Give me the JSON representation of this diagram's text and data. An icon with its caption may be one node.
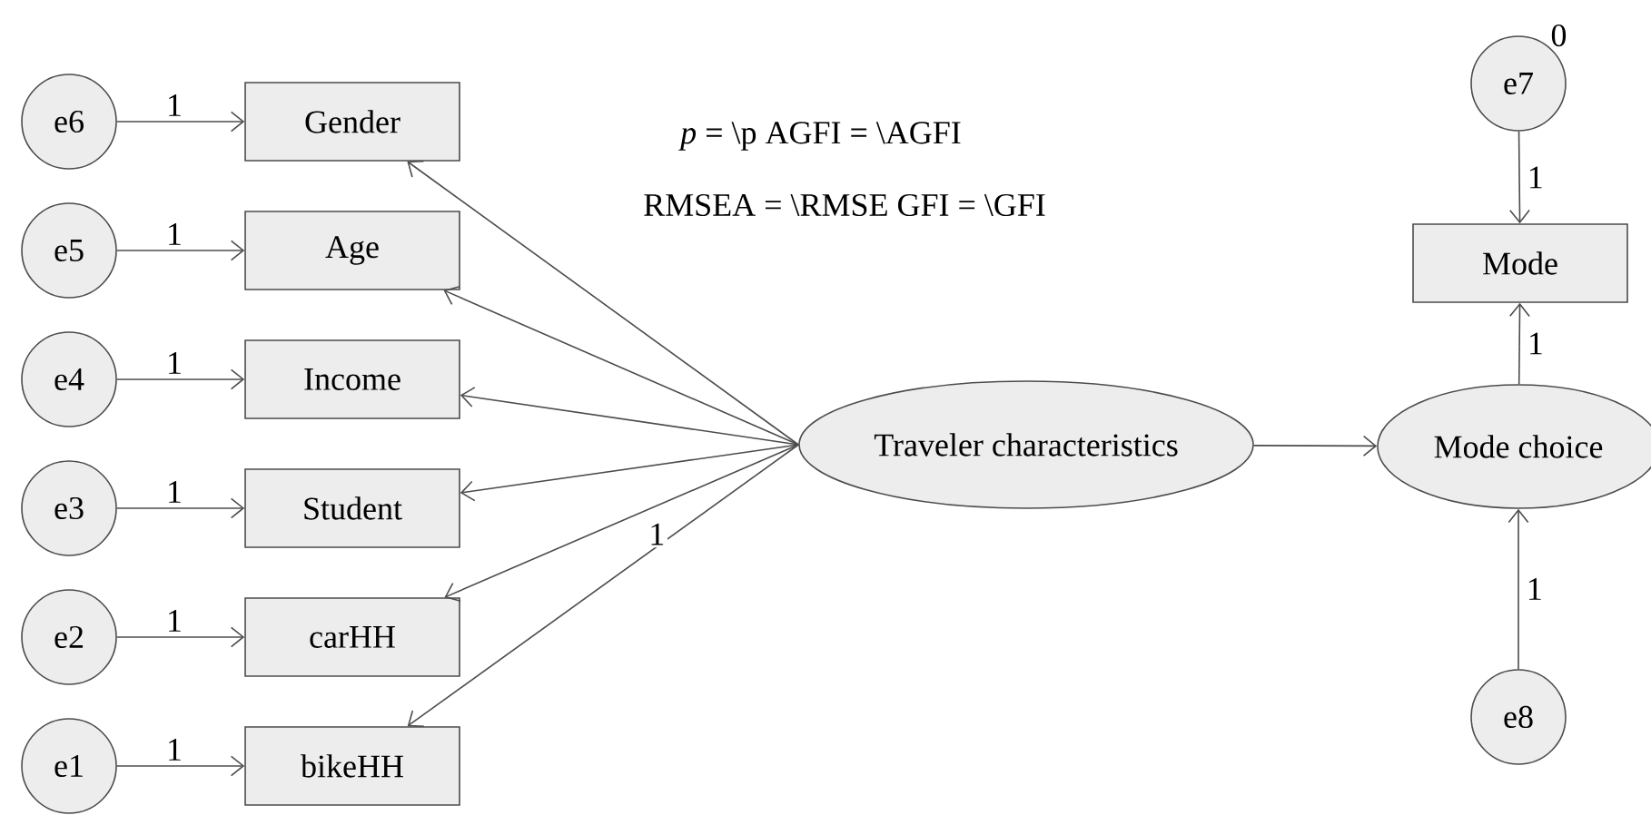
{
  "diagram": {
    "nodes": [
      {
        "text": [
          "e6"
        ]
      },
      {
        "text": [
          "Gender"
        ]
      },
      {
        "text": [
          "e5"
        ]
      },
      {
        "text": [
          "Age"
        ]
      },
      {
        "text": [
          "e4"
        ]
      },
      {
        "text": [
          "Income"
        ]
      },
      {
        "text": [
          "e3"
        ]
      },
      {
        "text": [
          "Student"
        ]
      },
      {
        "text": [
          "e2"
        ]
      },
      {
        "text": [
          "carHH"
        ]
      },
      {
        "text": [
          "e1"
        ]
      },
      {
        "text": [
          "bikeHH"
        ]
      },
      {
        "text": [
          "Traveler characteristics"
        ]
      },
      {
        "text": [
          "e7"
        ],
        "beside": [
          "0"
        ]
      },
      {
        "text": [
          "Mode"
        ]
      },
      {
        "text": [
          "Mode choice"
        ]
      },
      {
        "text": [
          "e8"
        ]
      }
    ],
    "edges": [
      {
        "from": 0,
        "to": 1,
        "arrow": "to",
        "label": "1"
      },
      {
        "from": 2,
        "to": 3,
        "arrow": "to",
        "label": "1"
      },
      {
        "from": 4,
        "to": 5,
        "arrow": "to",
        "label": "1"
      },
      {
        "from": 6,
        "to": 7,
        "arrow": "to",
        "label": "1"
      },
      {
        "from": 8,
        "to": 9,
        "arrow": "to",
        "label": "1"
      },
      {
        "from": 10,
        "to": 11,
        "arrow": "to",
        "label": "1"
      },
      {
        "from": 12,
        "to": 1,
        "arrow": "to"
      },
      {
        "from": 12,
        "to": 3,
        "arrow": "to"
      },
      {
        "from": 12,
        "to": 5,
        "arrow": "to"
      },
      {
        "from": 12,
        "to": 7,
        "arrow": "to"
      },
      {
        "from": 12,
        "to": 9,
        "arrow": "to",
        "label": "1"
      },
      {
        "from": 12,
        "to": 11,
        "arrow": "to"
      },
      {
        "from": 12,
        "to": 15,
        "arrow": "to"
      },
      {
        "from": 13,
        "to": 14,
        "arrow": "to",
        "label": "1"
      },
      {
        "from": 15,
        "to": 14,
        "arrow": "to",
        "label": "1"
      },
      {
        "from": 16,
        "to": 15,
        "arrow": "to",
        "label": "1"
      }
    ],
    "labels": [
      "*p* = \\p AGFI = \\AGFI",
      "RMSEA = \\RMSE GFI = \\GFI"
    ]
  }
}
